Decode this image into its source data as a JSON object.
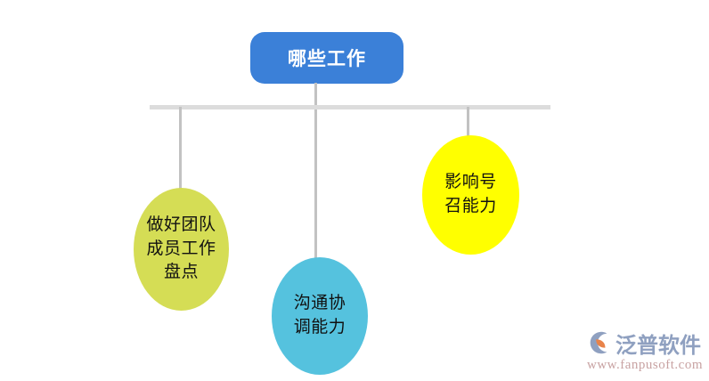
{
  "diagram": {
    "root": {
      "label": "哪些工作",
      "color": "#3b80d8",
      "shape": "rounded-rectangle"
    },
    "connector": {
      "bar_color": "#dcdcdc",
      "line_color": "#c2c2c2"
    },
    "nodes": [
      {
        "id": "team",
        "label": "做好团队\n成员工作\n盘点",
        "color": "#d5dd55",
        "shape": "ellipse"
      },
      {
        "id": "communication",
        "label": "沟通协\n调能力",
        "color": "#55c2de",
        "shape": "ellipse"
      },
      {
        "id": "influence",
        "label": "影响号\n召能力",
        "color": "#ffff00",
        "shape": "ellipse"
      }
    ]
  },
  "watermark": {
    "icon": "fanpu-logo-icon",
    "brand": "泛普软件",
    "url": "www.fanpusoft.com",
    "brand_color": "#8fa0c0",
    "url_color": "#c8a2a2"
  }
}
